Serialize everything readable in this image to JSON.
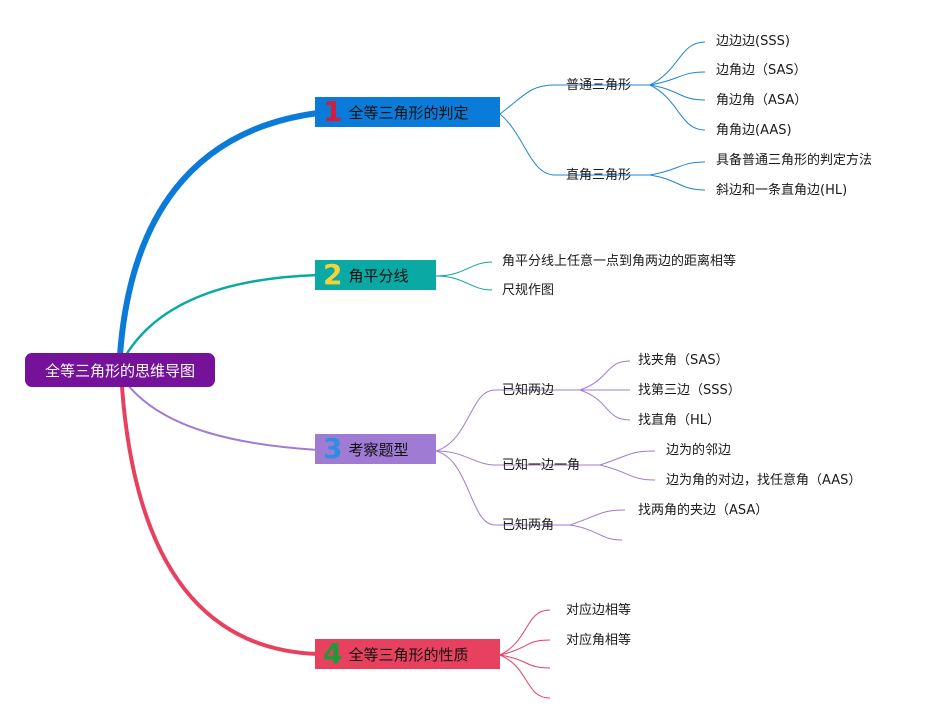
{
  "root": {
    "label": "全等三角形的思维导图",
    "color": "#76129a"
  },
  "branches": [
    {
      "number": "1",
      "number_color": "#d21d3c",
      "label": "全等三角形的判定",
      "color": "#0a7bd8",
      "subs": [
        {
          "label": "普通三角形",
          "items": [
            "边边边(SSS)",
            "边角边（SAS）",
            "角边角（ASA）",
            "角角边(AAS)"
          ]
        },
        {
          "label": "直角三角形",
          "items": [
            "具备普通三角形的判定方法",
            "斜边和一条直角边(HL)"
          ]
        }
      ]
    },
    {
      "number": "2",
      "number_color": "#f2d33c",
      "label": "角平分线",
      "color": "#0aa9a3",
      "items": [
        "角平分线上任意一点到角两边的距离相等",
        "尺规作图"
      ]
    },
    {
      "number": "3",
      "number_color": "#2e8fe0",
      "label": "考察题型",
      "color": "#9f7bd4",
      "subs": [
        {
          "label": "已知两边",
          "items": [
            "找夹角（SAS）",
            "找第三边（SSS）",
            "找直角（HL）"
          ]
        },
        {
          "label": "已知一边一角",
          "items": [
            "边为的邻边",
            "边为角的对边，找任意角（AAS）"
          ]
        },
        {
          "label": "已知两角",
          "items": [
            "找两角的夹边（ASA）",
            ""
          ]
        }
      ]
    },
    {
      "number": "4",
      "number_color": "#1e9a3a",
      "label": "全等三角形的性质",
      "color": "#e8405f",
      "items": [
        "对应边相等",
        "对应角相等",
        "",
        ""
      ]
    }
  ]
}
